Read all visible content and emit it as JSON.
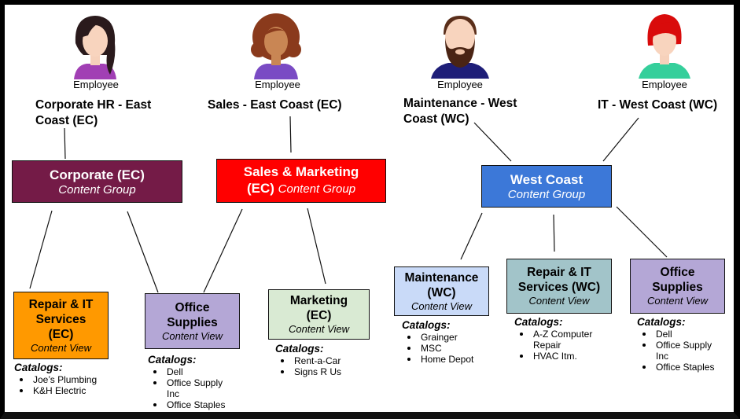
{
  "employees": [
    {
      "label": "Employee",
      "role": "Corporate HR - East Coast (EC)",
      "avatar": "woman-dark-hair-braid-icon"
    },
    {
      "label": "Employee",
      "role": "Sales - East Coast (EC)",
      "avatar": "woman-curly-hair-icon"
    },
    {
      "label": "Employee",
      "role": "Maintenance -  West Coast (WC)",
      "avatar": "bearded-man-icon"
    },
    {
      "label": "Employee",
      "role": "IT -  West Coast (WC)",
      "avatar": "woman-red-hair-icon"
    }
  ],
  "content_groups": [
    {
      "title": "Corporate (EC)",
      "subtitle": "Content Group",
      "color": "#741b47"
    },
    {
      "title": "Sales & Marketing",
      "title2": "(EC)",
      "subtitle": "Content Group",
      "color": "#ff0000"
    },
    {
      "title": "West Coast",
      "subtitle": "Content Group",
      "color": "#3c78d8"
    }
  ],
  "content_views": [
    {
      "title_lines": [
        "Repair & IT",
        "Services",
        "(EC)"
      ],
      "subtitle": "Content View",
      "color": "#ff9900",
      "catalogs_heading": "Catalogs:",
      "catalogs": [
        "Joe’s Plumbing",
        "K&H Electric"
      ]
    },
    {
      "title_lines": [
        "Office",
        "Supplies"
      ],
      "subtitle": "Content View",
      "color": "#b4a7d6",
      "catalogs_heading": "Catalogs:",
      "catalogs": [
        "Dell",
        "Office Supply Inc",
        "Office Staples"
      ]
    },
    {
      "title_lines": [
        "Marketing",
        "(EC)"
      ],
      "subtitle": "Content View",
      "color": "#d9ead3",
      "catalogs_heading": "Catalogs:",
      "catalogs": [
        "Rent-a-Car",
        "Signs R Us"
      ]
    },
    {
      "title_lines": [
        "Maintenance",
        "(WC)"
      ],
      "subtitle": "Content View",
      "color": "#c9daf8",
      "catalogs_heading": "Catalogs:",
      "catalogs": [
        "Grainger",
        "MSC",
        "Home Depot"
      ]
    },
    {
      "title_lines": [
        "Repair & IT",
        "Services (WC)"
      ],
      "subtitle": "Content View",
      "color": "#a2c4c9",
      "catalogs_heading": "Catalogs:",
      "catalogs": [
        "A-Z Computer Repair",
        "HVAC Itm."
      ]
    },
    {
      "title_lines": [
        "Office",
        "Supplies"
      ],
      "subtitle": "Content View",
      "color": "#b4a7d6",
      "catalogs_heading": "Catalogs:",
      "catalogs": [
        "Dell",
        "Office Supply Inc",
        "Office Staples"
      ]
    }
  ]
}
